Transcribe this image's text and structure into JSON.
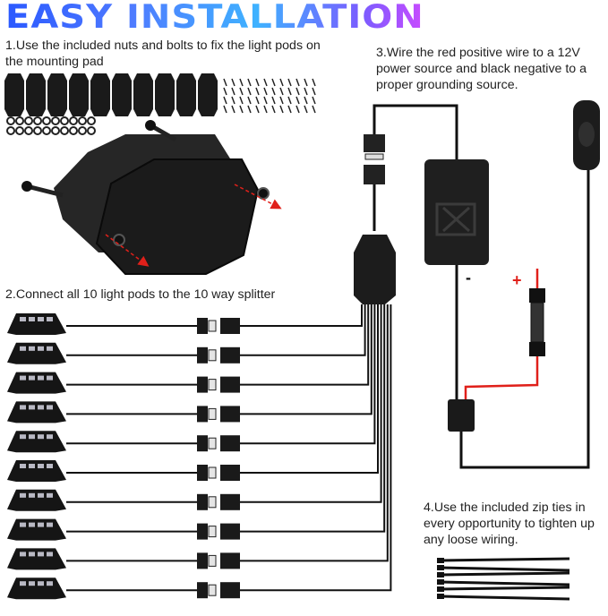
{
  "title": "EASY INSTALLATION",
  "steps": [
    "1.Use the included nuts and bolts to fix the light pods on the mounting pad",
    "2.Connect all 10 light pods to the 10 way splitter",
    "3.Wire the red positive wire to a 12V power source and black negative to a proper grounding source.",
    "4.Use the included zip ties in every opportunity to tighten up any loose wiring."
  ],
  "symbols": {
    "negative": "-",
    "positive": "+"
  },
  "colors": {
    "title_gradient_start": "#2b59ff",
    "title_gradient_end": "#c94bff",
    "positive_wire": "#e0201a",
    "wire": "#111111",
    "arrow": "#e0201a"
  },
  "icons": [
    "mounting-pad-icon",
    "bolt-icon",
    "nut-icon",
    "light-pod-icon",
    "connector-icon",
    "splitter-icon",
    "controller-box-icon",
    "switch-icon",
    "fuse-holder-icon",
    "zip-tie-icon"
  ]
}
